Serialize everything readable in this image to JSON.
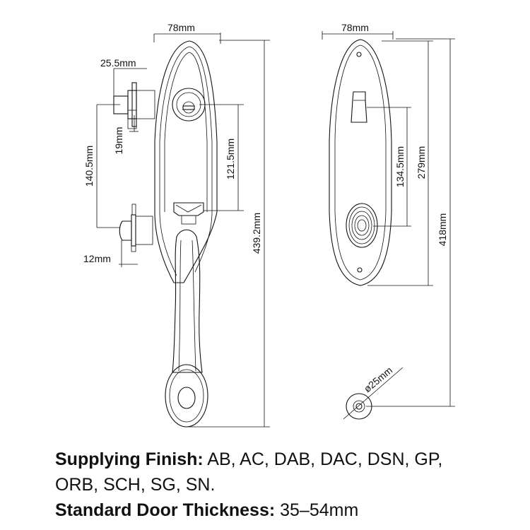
{
  "dimensions": {
    "front_width": "78mm",
    "backset": "25.5mm",
    "bolt_height": "19mm",
    "latch_to_bolt": "140.5mm",
    "latch_depth": "12mm",
    "cylinder_to_thumb": "121.5mm",
    "front_height": "439.2mm",
    "back_width": "78mm",
    "turn_to_knob": "134.5mm",
    "plate_height": "279mm",
    "back_height": "418mm",
    "bore": "ø25mm"
  },
  "specs": {
    "finish_label": "Supplying Finish:",
    "finish_values_line1": "AB, AC, DAB, DAC, DSN, GP,",
    "finish_values_line2": "ORB, SCH, SG, SN.",
    "thickness_label": "Standard Door Thickness:",
    "thickness_value": "35–54mm"
  }
}
